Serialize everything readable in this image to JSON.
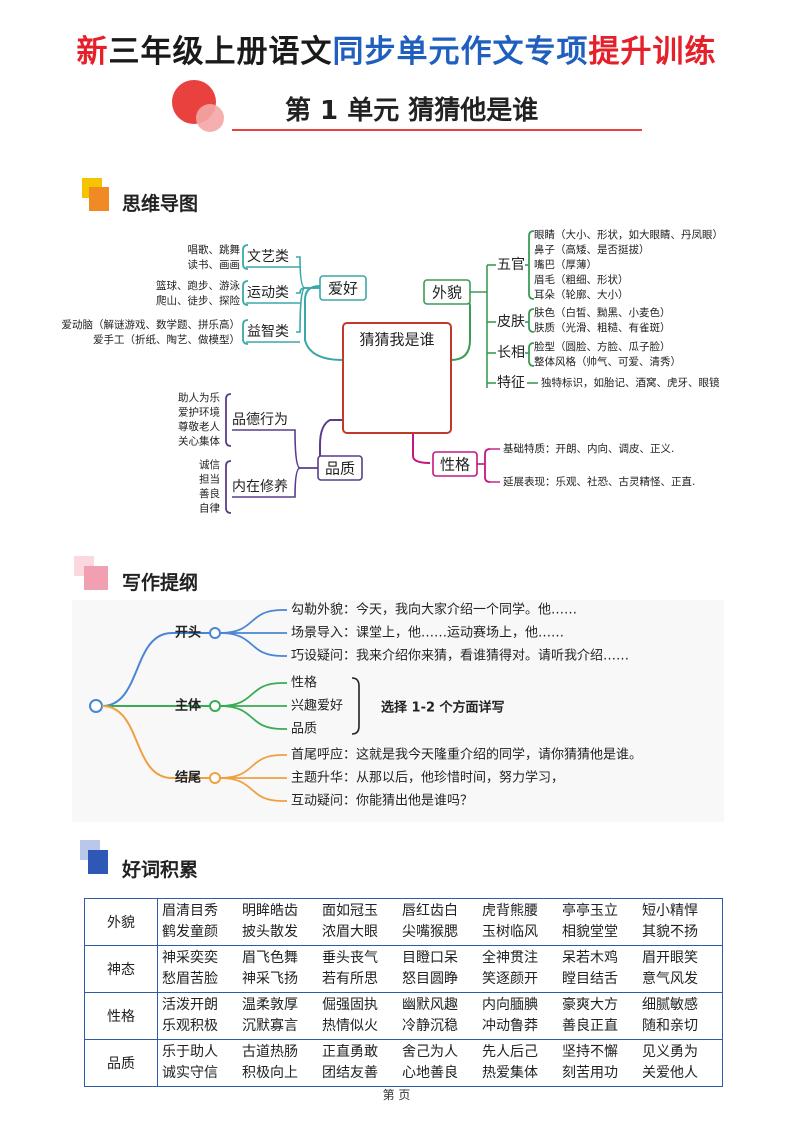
{
  "header": {
    "title_parts": [
      {
        "text": "新",
        "color": "#e5202a"
      },
      {
        "text": "三年级上册语文",
        "color": "#1a1a1a"
      },
      {
        "text": "同步单元作文专项",
        "color": "#1f5fbf"
      },
      {
        "text": "提升训练",
        "color": "#e5202a"
      }
    ],
    "unit_title": "第 1 单元    猜猜他是谁"
  },
  "sections": {
    "mindmap": "思维导图",
    "outline": "写作提纲",
    "vocab": "好词积累"
  },
  "mindmap": {
    "center": "猜猜我是谁",
    "hobby": {
      "label": "爱好",
      "groups": [
        {
          "label": "文艺类",
          "items": [
            "唱歌、跳舞",
            "读书、画画"
          ]
        },
        {
          "label": "运动类",
          "items": [
            "篮球、跑步、游泳",
            "爬山、徒步、探险"
          ]
        },
        {
          "label": "益智类",
          "items": [
            "爱动脑（解谜游戏、数学题、拼乐高）",
            "爱手工（折纸、陶艺、做模型）"
          ]
        }
      ]
    },
    "appearance": {
      "label": "外貌",
      "groups": [
        {
          "label": "五官",
          "items": [
            "眼睛（大小、形状，如大眼睛、丹凤眼）",
            "鼻子（高矮、是否挺拔）",
            "嘴巴（厚薄）",
            "眉毛（粗细、形状）",
            "耳朵（轮廓、大小）"
          ]
        },
        {
          "label": "皮肤",
          "items": [
            "肤色（白皙、黝黑、小麦色）",
            "肤质（光滑、粗糙、有雀斑）"
          ]
        },
        {
          "label": "长相",
          "items": [
            "脸型（圆脸、方脸、瓜子脸）",
            "整体风格（帅气、可爱、清秀）"
          ]
        },
        {
          "label": "特征",
          "items": [
            "独特标识，如胎记、酒窝、虎牙、眼镜"
          ]
        }
      ]
    },
    "quality": {
      "label": "品质",
      "groups": [
        {
          "label": "品德行为",
          "items": [
            "助人为乐",
            "爱护环境",
            "尊敬老人",
            "关心集体"
          ]
        },
        {
          "label": "内在修养",
          "items": [
            "诚信",
            "担当",
            "善良",
            "自律"
          ]
        }
      ]
    },
    "personality": {
      "label": "性格",
      "items": [
        "基础特质：开朗、内向、调皮、正义.",
        "延展表现：乐观、社恐、古灵精怪、正直."
      ]
    }
  },
  "outline": {
    "branches": [
      {
        "label": "开头",
        "items": [
          "勾勒外貌：今天，我向大家介绍一个同学。他……",
          "场景导入：课堂上，他……运动赛场上，他……",
          "巧设疑问：我来介绍你来猜，看谁猜得对。请听我介绍……"
        ]
      },
      {
        "label": "主体",
        "items": [
          "性格",
          "兴趣爱好",
          "品质"
        ],
        "note": "选择 1-2 个方面详写"
      },
      {
        "label": "结尾",
        "items": [
          "首尾呼应：这就是我今天隆重介绍的同学，请你猜猜他是谁。",
          "主题升华：从那以后，他珍惜时间，努力学习，",
          "互动疑问：你能猜出他是谁吗？"
        ]
      }
    ]
  },
  "vocab": [
    {
      "category": "外貌",
      "lines": [
        [
          "眉清目秀",
          "明眸皓齿",
          "面如冠玉",
          "唇红齿白",
          "虎背熊腰",
          "亭亭玉立",
          "短小精悍"
        ],
        [
          "鹤发童颜",
          "披头散发",
          "浓眉大眼",
          "尖嘴猴腮",
          "玉树临风",
          "相貌堂堂",
          "其貌不扬"
        ]
      ]
    },
    {
      "category": "神态",
      "lines": [
        [
          "神采奕奕",
          "眉飞色舞",
          "垂头丧气",
          "目瞪口呆",
          "全神贯注",
          "呆若木鸡",
          "眉开眼笑"
        ],
        [
          "愁眉苦脸",
          "神采飞扬",
          "若有所思",
          "怒目圆睁",
          "笑逐颜开",
          "瞠目结舌",
          "意气风发"
        ]
      ]
    },
    {
      "category": "性格",
      "lines": [
        [
          "活泼开朗",
          "温柔敦厚",
          "倔强固执",
          "幽默风趣",
          "内向腼腆",
          "豪爽大方",
          "细腻敏感"
        ],
        [
          "乐观积极",
          "沉默寡言",
          "热情似火",
          "冷静沉稳",
          "冲动鲁莽",
          "善良正直",
          "随和亲切"
        ]
      ]
    },
    {
      "category": "品质",
      "lines": [
        [
          "乐于助人",
          "古道热肠",
          "正直勇敢",
          "舍己为人",
          "先人后己",
          "坚持不懈",
          "见义勇为"
        ],
        [
          "诚实守信",
          "积极向上",
          "团结友善",
          "心地善良",
          "热爱集体",
          "刻苦用功",
          "关爱他人"
        ]
      ]
    }
  ],
  "footer": "第    页"
}
